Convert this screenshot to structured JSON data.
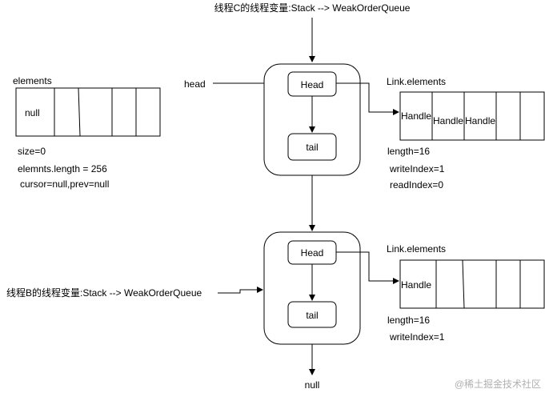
{
  "top_label": "线程C的线程变量:Stack --> WeakOrderQueue",
  "left_label": "线程B的线程变量:Stack --> WeakOrderQueue",
  "head_label": "head",
  "bottom_label": "null",
  "watermark": "@稀土掘金技术社区",
  "elements": {
    "title": "elements",
    "cells": [
      "null",
      "",
      "",
      "",
      ""
    ],
    "size": "size=0",
    "length": "elemnts.length = 256",
    "cursor": "cursor=null,prev=null"
  },
  "queue1": {
    "head_node": "Head",
    "tail_node": "tail",
    "link_title": "Link.elements",
    "cells": [
      "Handle",
      "Handle",
      "Handle",
      "",
      ""
    ],
    "length": "length=16",
    "write_index": "writeIndex=1",
    "read_index": "readIndex=0"
  },
  "queue2": {
    "head_node": "Head",
    "tail_node": "tail",
    "link_title": "Link.elements",
    "cells": [
      "Handle",
      "",
      "",
      "",
      ""
    ],
    "length": "length=16",
    "write_index": "writeIndex=1"
  },
  "colors": {
    "line": "#000000",
    "watermark": "#b0b0b0"
  }
}
